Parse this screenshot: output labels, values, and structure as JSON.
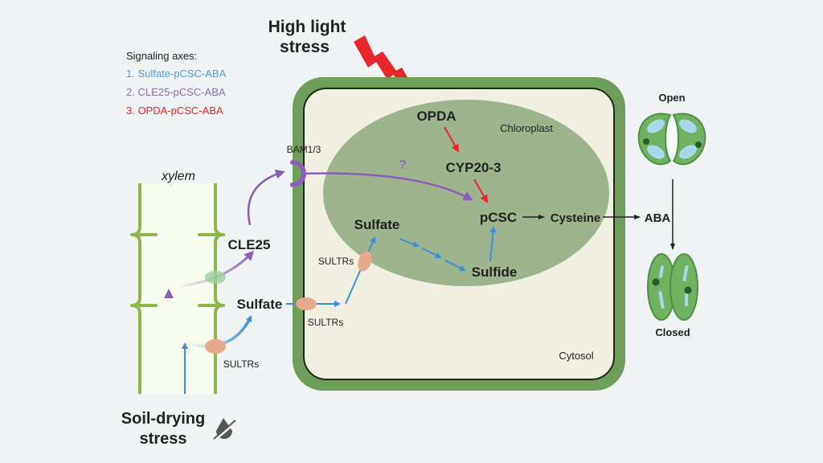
{
  "legend": {
    "title": "Signaling axes:",
    "items": [
      {
        "label": "1. Sulfate-pCSC-ABA",
        "color": "#4a9fd0"
      },
      {
        "label": "2. CLE25-pCSC-ABA",
        "color": "#8b6db3"
      },
      {
        "label": "3. OPDA-pCSC-ABA",
        "color": "#e8262a"
      }
    ]
  },
  "stress": {
    "high_light": [
      "High light",
      "stress"
    ],
    "soil_drying": [
      "Soil-drying",
      "stress"
    ]
  },
  "labels": {
    "xylem": "xylem",
    "bam": "BAM1/3",
    "cle25": "CLE25",
    "sulfate_outer": "Sulfate",
    "sultrs_xylem": "SULTRs",
    "sultrs_membrane": "SULTRs",
    "sultrs_chloroplast": "SULTRs",
    "opda": "OPDA",
    "chloroplast": "Chloroplast",
    "question": "?",
    "cyp": "CYP20-3",
    "pcsc": "pCSC",
    "cysteine": "Cysteine",
    "sulfate_inner": "Sulfate",
    "sulfide": "Sulfide",
    "cytosol": "Cytosol",
    "aba": "ABA",
    "open": "Open",
    "closed": "Closed"
  },
  "colors": {
    "background": "#eff3f4",
    "cell_wall": "#6f9e5a",
    "cytosol": "#f0efe2",
    "chloroplast": "#9db48f",
    "xylem_wall": "#8db548",
    "xylem_fill": "#f7faee",
    "sulfate_axis": "#3d8fd6",
    "cle25_axis": "#8b5fb8",
    "opda_axis": "#e8262a",
    "transporter": "#e8a98a",
    "channel": "#9ccf9f"
  }
}
